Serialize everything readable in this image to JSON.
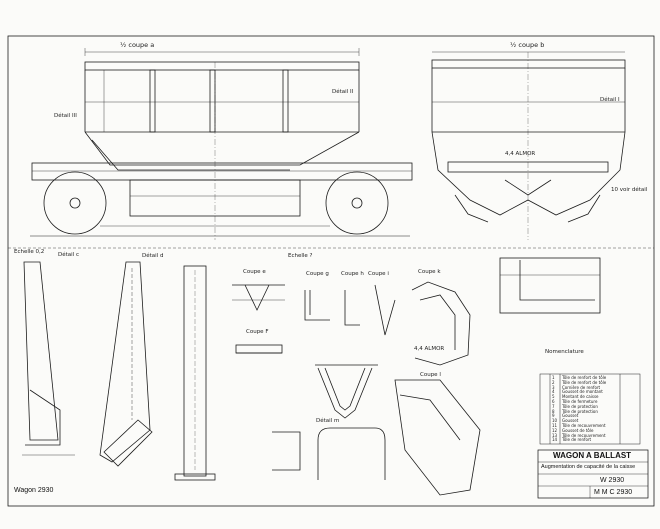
{
  "drawing": {
    "views": {
      "coupe_a": "½ coupe  a",
      "coupe_b": "½ coupe  b",
      "detail_iii": "Détail III",
      "detail_ii": "Détail II",
      "detail_i": "Détail I",
      "echelle_small": "Echelle 0,2",
      "detail_c": "Détail  c",
      "detail_d": "Détail  d",
      "coupe_e": "Coupe  e",
      "echelle_f": "Echelle ?",
      "coupe_f": "Coupe  F",
      "coupe_g": "Coupe  g",
      "coupe_h": "Coupe  h",
      "coupe_i": "Coupe  i",
      "coupe_k": "Coupe  k",
      "coupe_l": "Coupe  l",
      "detail_m": "Détail  m"
    },
    "annotations": {
      "voir_detail": "10 voir détail",
      "dim_a": "4,4 ALMOR",
      "dim_b": "4,4 ALMOR"
    },
    "stamp": "Wagon 2930",
    "stamp_bottom": "M M C 2930",
    "parts_list": {
      "heading": "Nomenclature",
      "rows": [
        {
          "rep": "1",
          "desig": "Tôle de renfort de tôle"
        },
        {
          "rep": "2",
          "desig": "Tôle de renfort de tôle"
        },
        {
          "rep": "3",
          "desig": "Cornière de renfort"
        },
        {
          "rep": "4",
          "desig": "Gousset de montant"
        },
        {
          "rep": "5",
          "desig": "Montant de caisse"
        },
        {
          "rep": "6",
          "desig": "Tôle de fermeture"
        },
        {
          "rep": "7",
          "desig": "Tôle de protection"
        },
        {
          "rep": "8",
          "desig": "Tôle de protection"
        },
        {
          "rep": "9",
          "desig": "Gousset"
        },
        {
          "rep": "10",
          "desig": "Gousset"
        },
        {
          "rep": "11",
          "desig": "Tôle de recouvrement"
        },
        {
          "rep": "12",
          "desig": "Gousset de tôle"
        },
        {
          "rep": "13",
          "desig": "Tôle de recouvrement"
        },
        {
          "rep": "14",
          "desig": "Tôle de renfort"
        }
      ]
    },
    "title_block": {
      "title": "WAGON  A  BALLAST",
      "subtitle": "Augmentation de capacité de la caisse",
      "ref": "W  2930"
    }
  }
}
